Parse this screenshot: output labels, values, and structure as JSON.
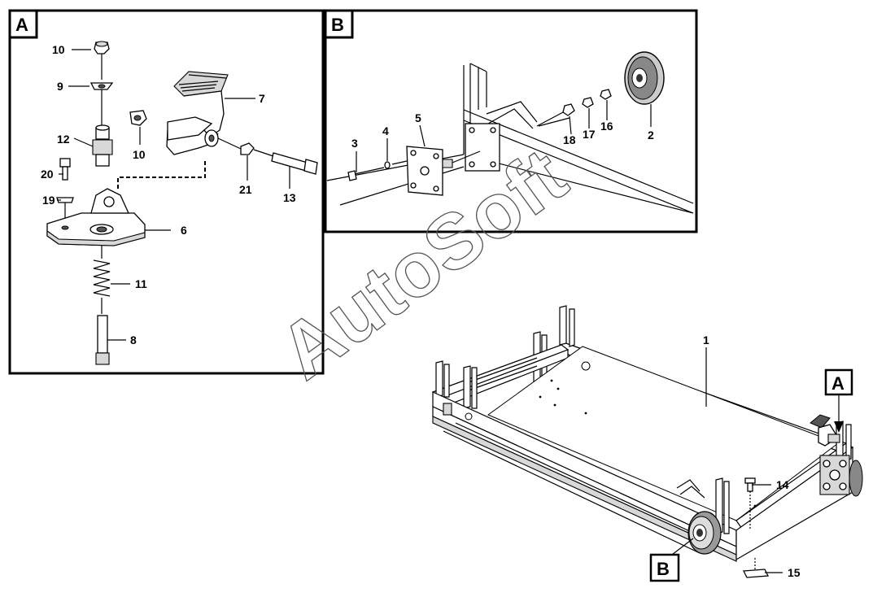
{
  "panels": {
    "a": {
      "letter": "A"
    },
    "b": {
      "letter": "B"
    }
  },
  "callouts": {
    "a": "A",
    "b": "B"
  },
  "labels": {
    "p1": "1",
    "p2": "2",
    "p3": "3",
    "p4": "4",
    "p5": "5",
    "p6": "6",
    "p7": "7",
    "p8": "8",
    "p9": "9",
    "p10a": "10",
    "p10b": "10",
    "p11": "11",
    "p12": "12",
    "p13": "13",
    "p14": "14",
    "p15": "15",
    "p16": "16",
    "p17": "17",
    "p18": "18",
    "p19": "19",
    "p20": "20",
    "p21": "21"
  },
  "watermark": "AutoSoft"
}
